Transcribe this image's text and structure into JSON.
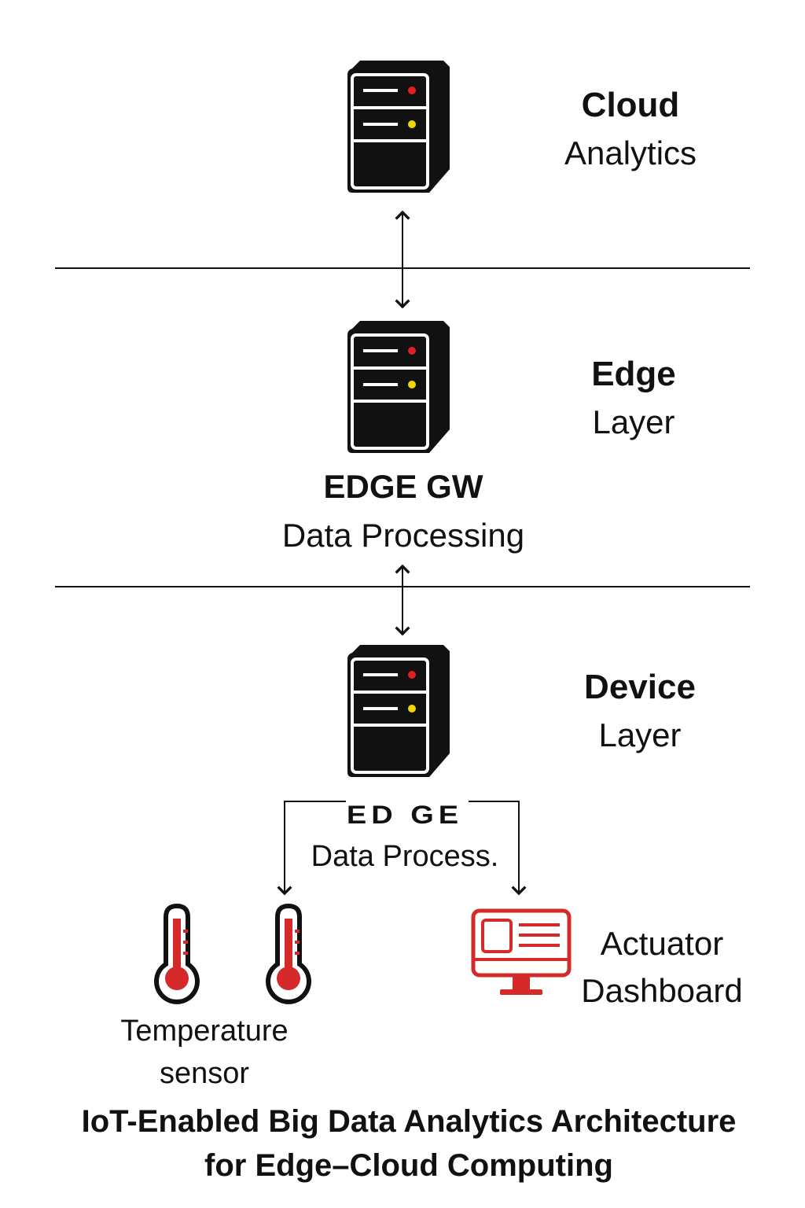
{
  "title": {
    "line1": "IoT-Enabled Big Data Analytics Architecture",
    "line2": "for Edge–Cloud Computing"
  },
  "layers": {
    "cloud": {
      "bold": "Cloud",
      "normal": "Analytics"
    },
    "edge": {
      "bold": "Edge",
      "normal": "Layer"
    },
    "device": {
      "bold": "Device",
      "normal": "Layer"
    }
  },
  "nodes": {
    "edge_gateway": {
      "name": "EDGE GW",
      "role": "Data Processing"
    },
    "device_gateway": {
      "name": "ED  GE",
      "role": "Data Process."
    }
  },
  "endpoints": {
    "sensor": {
      "label": "Temperature sensor",
      "icon": "thermometer-icon"
    },
    "actuator": {
      "label": "Actuator Dashboard",
      "icon": "monitor-dashboard-icon"
    }
  },
  "colors": {
    "server": "#111111",
    "led_red": "#e02020",
    "led_yellow": "#f2d600",
    "accent": "#d42a2a",
    "line": "#111111"
  }
}
